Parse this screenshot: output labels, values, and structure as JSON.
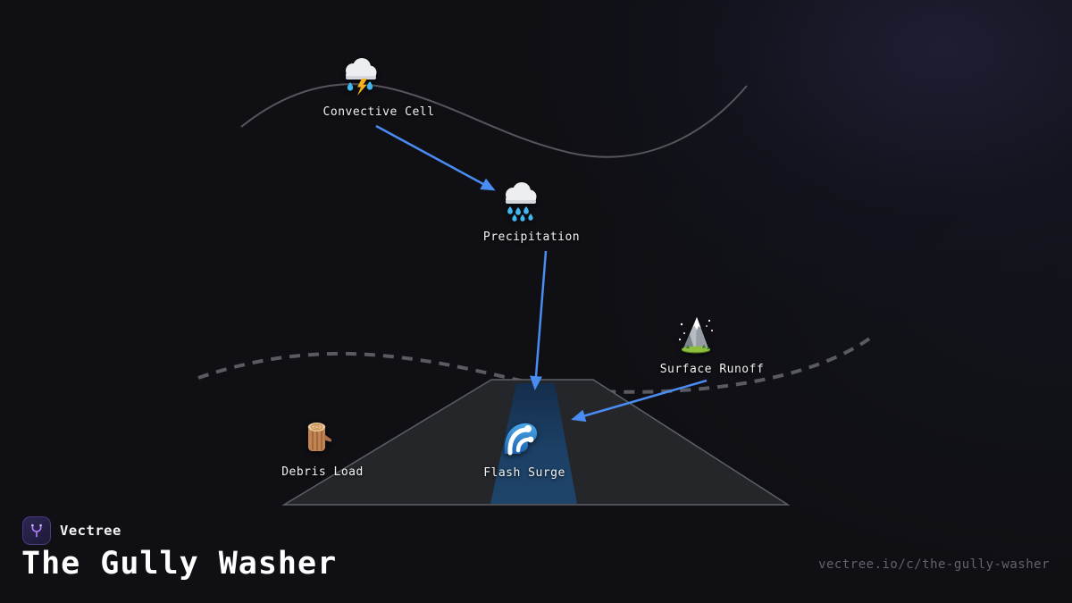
{
  "brand": {
    "name": "Vectree",
    "logo_icon": "vectree-branch-icon",
    "url": "vectree.io/c/the-gully-washer"
  },
  "title": "The Gully Washer",
  "diagram": {
    "nodes": [
      {
        "id": "convective-cell",
        "label": "Convective Cell",
        "icon": "storm-cloud-icon"
      },
      {
        "id": "precipitation",
        "label": "Precipitation",
        "icon": "rain-cloud-icon"
      },
      {
        "id": "surface-runoff",
        "label": "Surface Runoff",
        "icon": "mountain-icon"
      },
      {
        "id": "debris-load",
        "label": "Debris Load",
        "icon": "log-icon"
      },
      {
        "id": "flash-surge",
        "label": "Flash Surge",
        "icon": "wave-icon"
      }
    ],
    "edges": [
      {
        "from": "Convective Cell",
        "to": "Precipitation"
      },
      {
        "from": "Precipitation",
        "to": "Flash Surge"
      },
      {
        "from": "Surface Runoff",
        "to": "Flash Surge"
      }
    ],
    "shapes": [
      "ridge-curve-solid",
      "watershed-curve-dashed",
      "alluvial-fan-terrain",
      "gully-channel"
    ]
  },
  "colors": {
    "background": "#0f0f14",
    "background_glow": "#1e1e33",
    "arrow_blue": "#4a8cf2",
    "ridge_line_gray": "#55555b",
    "dashed_line_gray": "#5a5b60",
    "terrain_fill": "#24262a",
    "terrain_stroke": "#5c6064",
    "channel_blue_top": "#142e4c",
    "channel_blue_bottom": "#1f4469",
    "label_text": "#f2f2f2",
    "url_text": "#63636e",
    "logo_purple": "#b07cf7"
  }
}
